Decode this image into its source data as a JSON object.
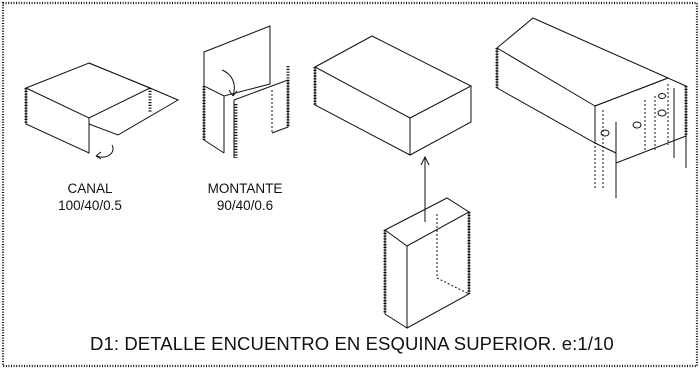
{
  "labels": {
    "canal_name": "CANAL",
    "canal_dims": "100/40/0.5",
    "montante_name": "MONTANTE",
    "montante_dims": "90/40/0.6"
  },
  "title": "D1: DETALLE ENCUENTRO EN ESQUINA SUPERIOR. e:1/10",
  "colors": {
    "line": "#111111",
    "background": "#ffffff"
  }
}
